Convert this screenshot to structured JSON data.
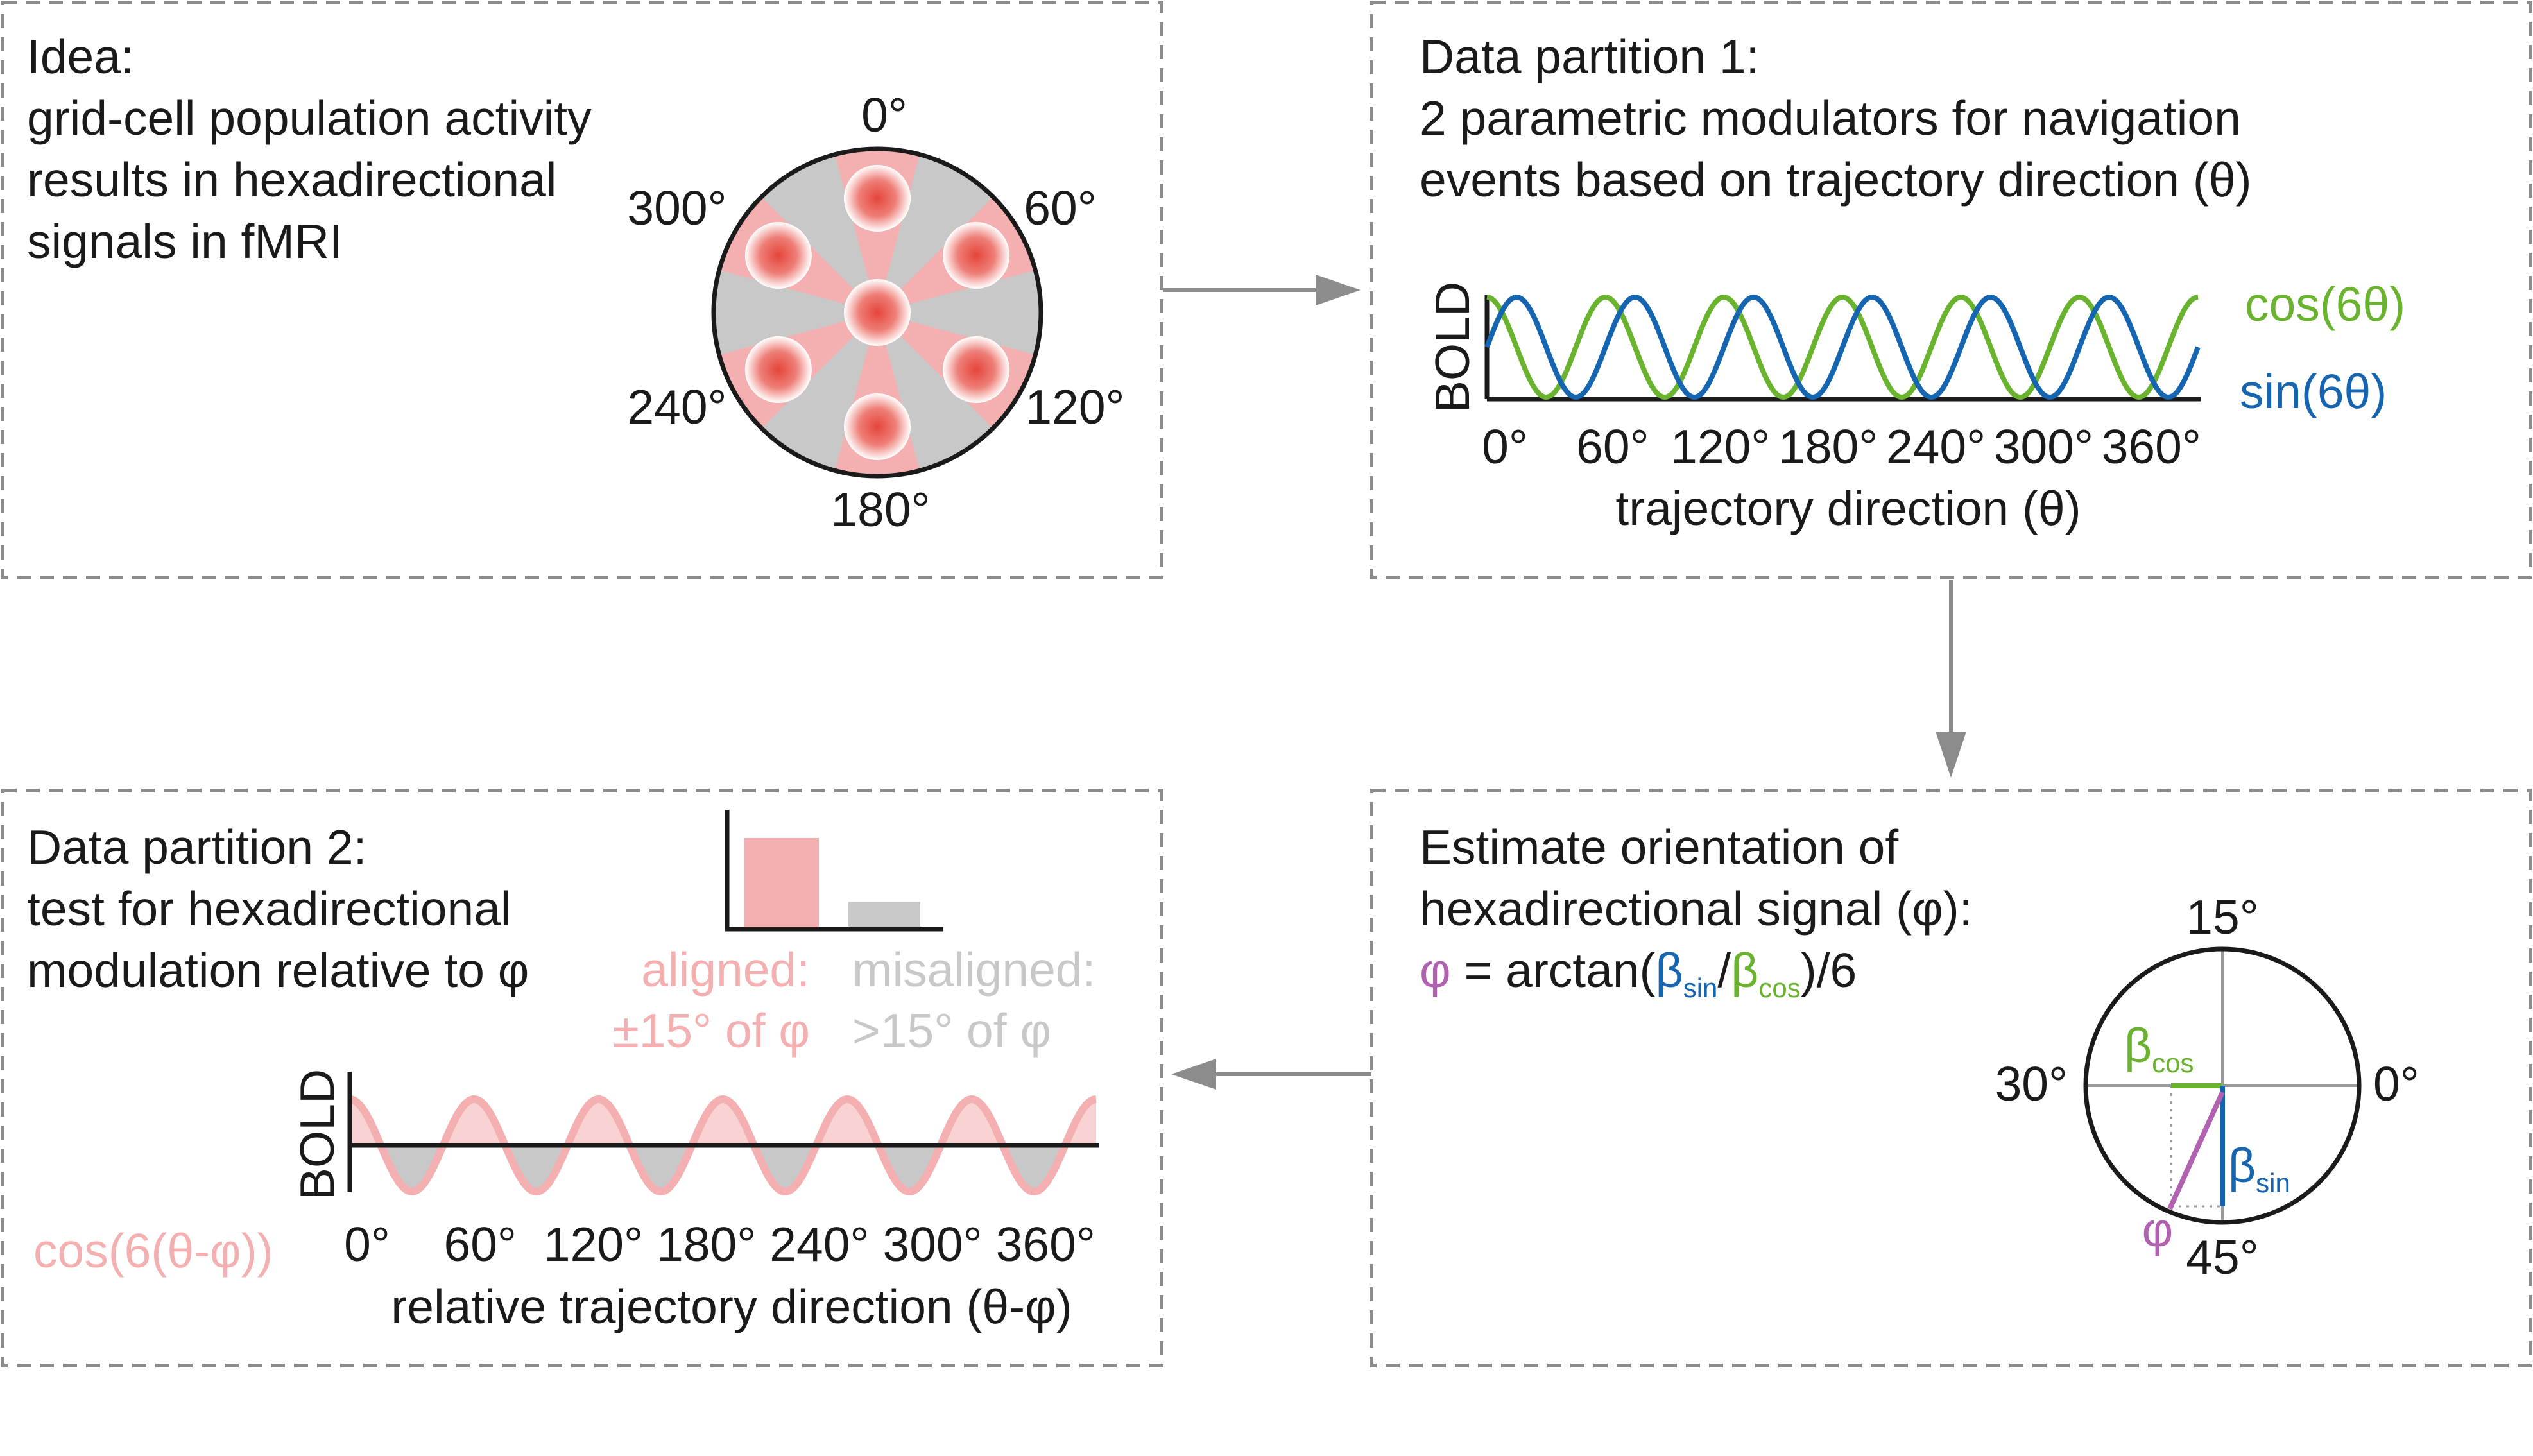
{
  "colors": {
    "text": "#1a1a1a",
    "border": "#8c8c8c",
    "arrow": "#8c8c8c",
    "red": "#e5453a",
    "pink": "#f4b0b0",
    "gray_fill": "#c8c8c8",
    "green": "#6ab32e",
    "blue": "#1565b0",
    "purple": "#b062b0",
    "misaligned_text": "#c8c8c8"
  },
  "panel_idea": {
    "lines": [
      "Idea:",
      "grid-cell population activity",
      "results in hexadirectional",
      "signals in fMRI"
    ],
    "angle_labels": [
      "0°",
      "60°",
      "120°",
      "180°",
      "240°",
      "300°"
    ]
  },
  "panel_partition1": {
    "lines": [
      "Data partition 1:",
      "2 parametric modulators for navigation",
      "events based on trajectory direction (θ)"
    ],
    "ylabel": "BOLD",
    "xlabel": "trajectory direction (θ)",
    "ticks": [
      "0°",
      "60°",
      "120°",
      "180°",
      "240°",
      "300°",
      "360°"
    ],
    "legend_cos": "cos(6θ)",
    "legend_sin": "sin(6θ)"
  },
  "panel_estimate": {
    "lines": [
      "Estimate orientation of",
      "hexadirectional signal (φ):"
    ],
    "formula": {
      "phi": "φ",
      "eq": " = arctan(",
      "beta1": "β",
      "sub1": "sin",
      "slash": "/",
      "beta2": "β",
      "sub2": "cos",
      "end": ")/6"
    },
    "angle_labels": {
      "top": "15°",
      "left": "30°",
      "right": "0°",
      "bottom": "45°"
    },
    "beta_cos_label": "β",
    "beta_cos_sub": "cos",
    "beta_sin_label": "β",
    "beta_sin_sub": "sin",
    "phi_label": "φ"
  },
  "panel_partition2": {
    "lines": [
      "Data partition 2:",
      "test for hexadirectional",
      "modulation relative to φ"
    ],
    "bar_aligned_label": [
      "aligned:",
      "±15° of φ"
    ],
    "bar_misaligned_label": [
      "misaligned:",
      ">15° of φ"
    ],
    "ylabel": "BOLD",
    "xlabel": "relative trajectory direction (θ-φ)",
    "ticks": [
      "0°",
      "60°",
      "120°",
      "180°",
      "240°",
      "300°",
      "360°"
    ],
    "legend": "cos(6(θ-φ))"
  },
  "chart_data": [
    {
      "type": "line",
      "x": [
        0,
        60,
        120,
        180,
        240,
        300,
        360
      ],
      "series": [
        {
          "name": "cos(6θ)",
          "function": "cos(6θ)",
          "color": "#6ab32e"
        },
        {
          "name": "sin(6θ)",
          "function": "sin(6θ)",
          "color": "#1565b0"
        }
      ],
      "xlabel": "trajectory direction (θ)",
      "ylabel": "BOLD",
      "xlim": [
        0,
        360
      ]
    },
    {
      "type": "bar",
      "categories": [
        "aligned",
        "misaligned"
      ],
      "values": [
        1.0,
        0.3
      ]
    },
    {
      "type": "line",
      "x": [
        0,
        60,
        120,
        180,
        240,
        300,
        360
      ],
      "series": [
        {
          "name": "cos(6(θ-φ))",
          "function": "cos(6(θ-φ))",
          "color": "#f4b0b0"
        }
      ],
      "xlabel": "relative trajectory direction (θ-φ)",
      "ylabel": "BOLD",
      "xlim": [
        0,
        360
      ]
    }
  ]
}
